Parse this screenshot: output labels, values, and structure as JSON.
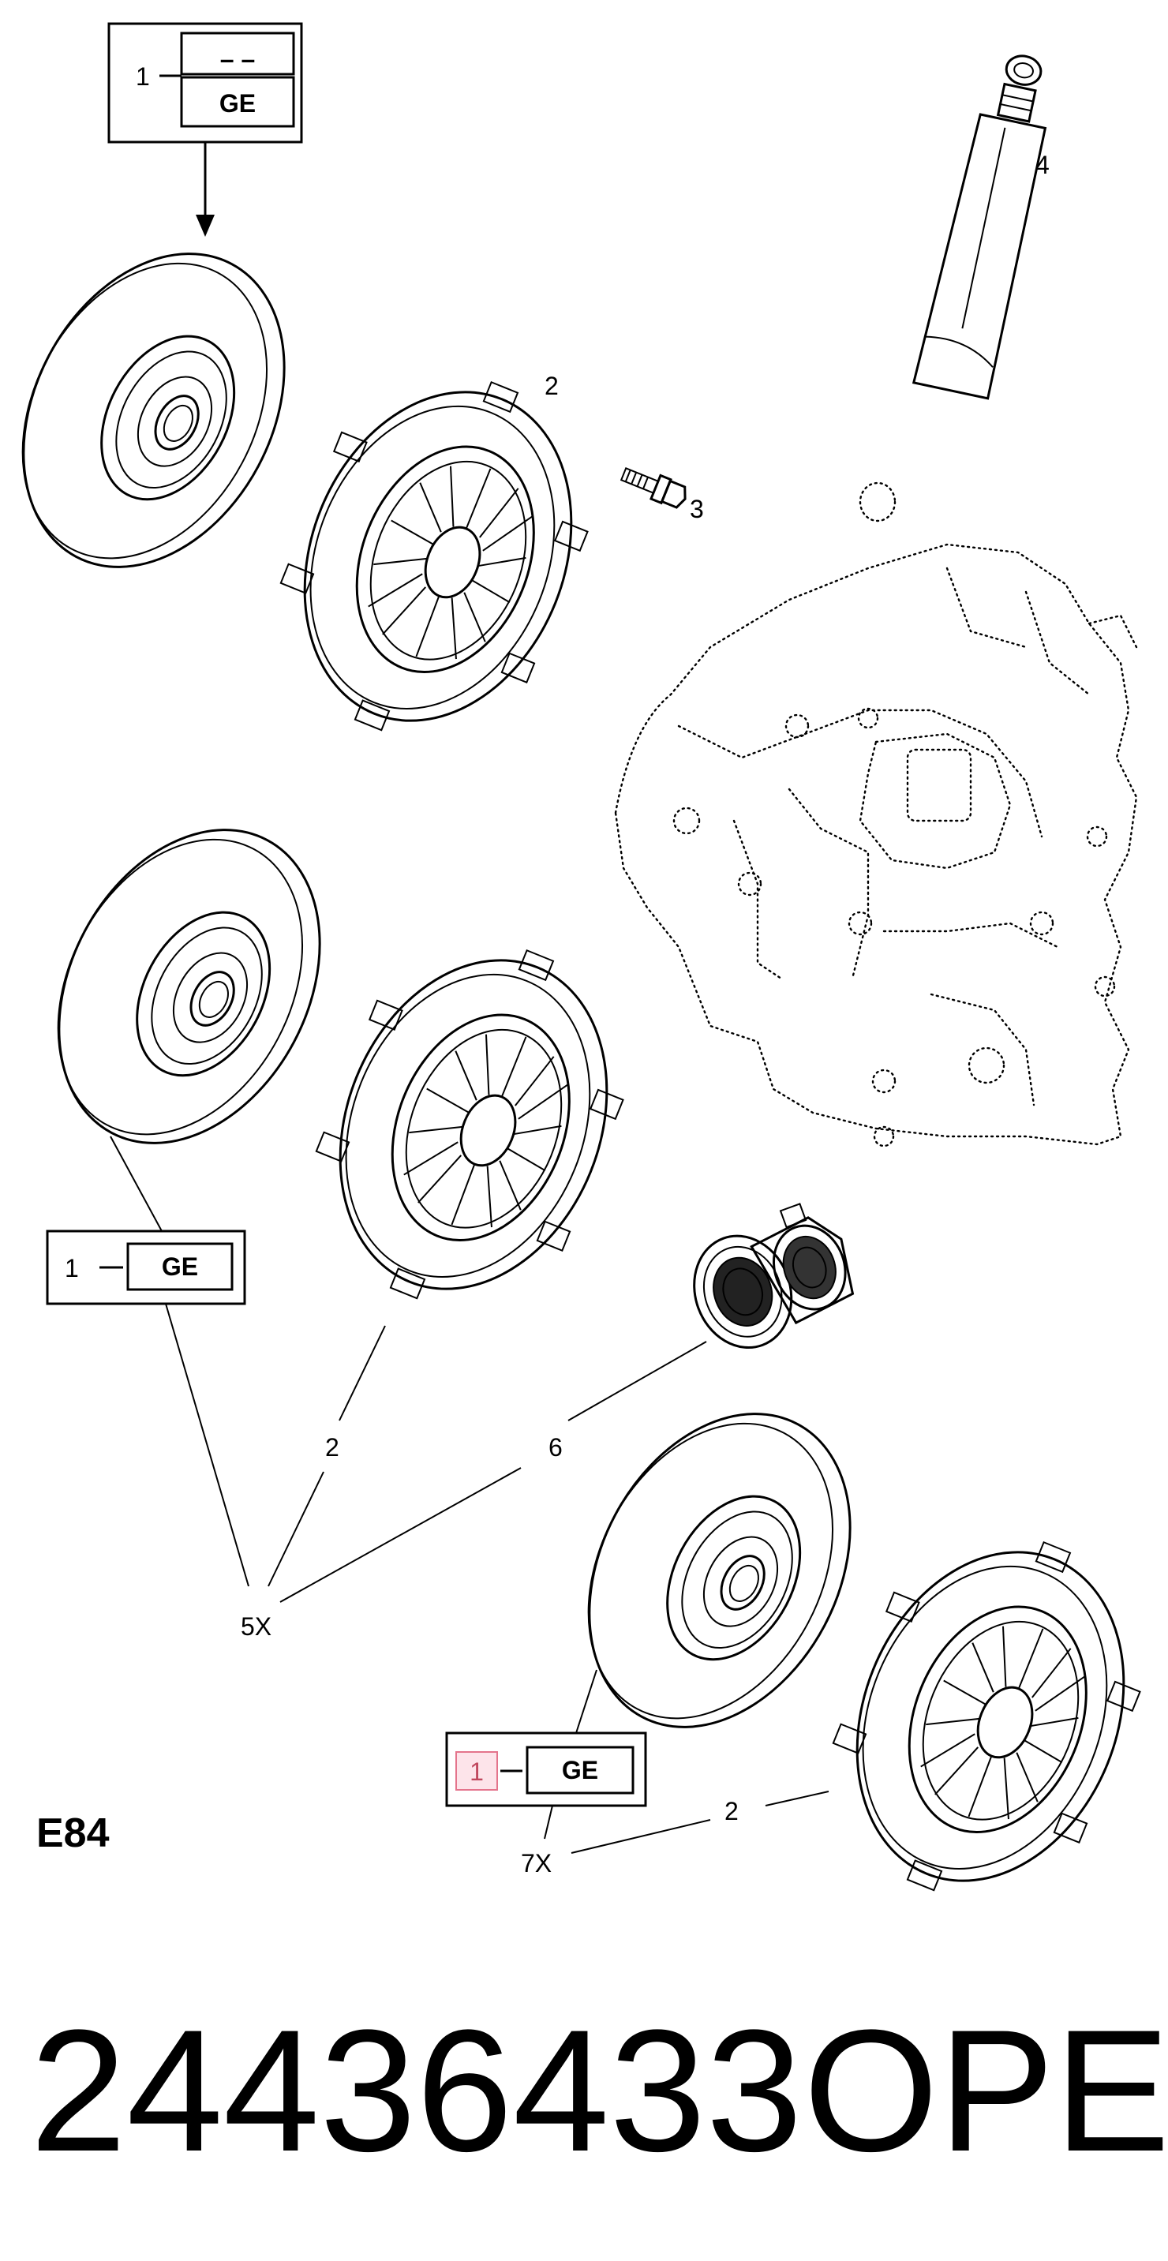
{
  "callouts": {
    "top": {
      "qty": "1",
      "code": "– –",
      "grade": "GE"
    },
    "middle": {
      "qty": "1",
      "grade": "GE"
    },
    "bottom": {
      "qty": "1",
      "grade": "GE"
    }
  },
  "part_labels": {
    "p2_top": "2",
    "p3": "3",
    "p4": "4",
    "p2_mid": "2",
    "p6": "6",
    "p2_low": "2",
    "kit_5x": "5X",
    "kit_7x": "7X"
  },
  "diagram_code": "E84",
  "part_number": "24436433",
  "brand": "OPEL"
}
